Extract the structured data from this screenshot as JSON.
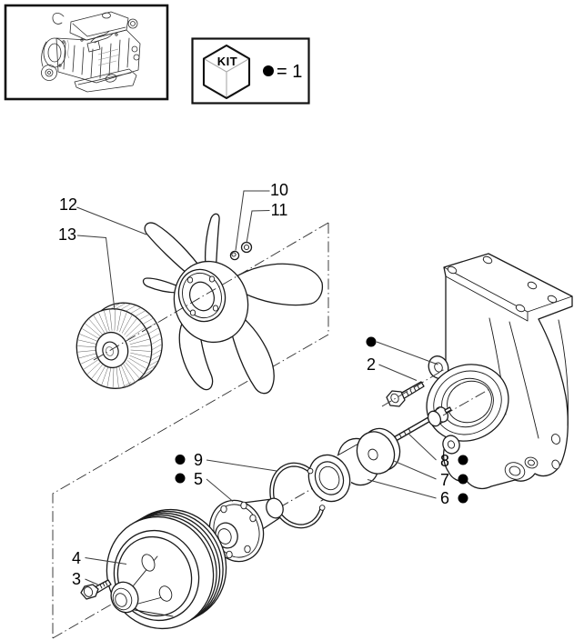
{
  "page": {
    "background": "#ffffff",
    "line_color": "#1a1a1a",
    "bullet_color": "#000000"
  },
  "kit_legend": {
    "kit_label": "KIT",
    "equivalence": "= 1"
  },
  "callouts": {
    "c12": {
      "label": "12",
      "kit_bullet": false
    },
    "c13": {
      "label": "13",
      "kit_bullet": false
    },
    "c10": {
      "label": "10",
      "kit_bullet": false
    },
    "c11": {
      "label": "11",
      "kit_bullet": false
    },
    "c2": {
      "label": "2",
      "kit_bullet": false
    },
    "c8": {
      "label": "8",
      "kit_bullet": true
    },
    "c7": {
      "label": "7",
      "kit_bullet": true
    },
    "c6": {
      "label": "6",
      "kit_bullet": true
    },
    "c9": {
      "label": "9",
      "kit_bullet": true
    },
    "c5": {
      "label": "5",
      "kit_bullet": true
    },
    "c4": {
      "label": "4",
      "kit_bullet": false
    },
    "c3": {
      "label": "3",
      "kit_bullet": false
    }
  },
  "unlabeled_kit_marker": true
}
